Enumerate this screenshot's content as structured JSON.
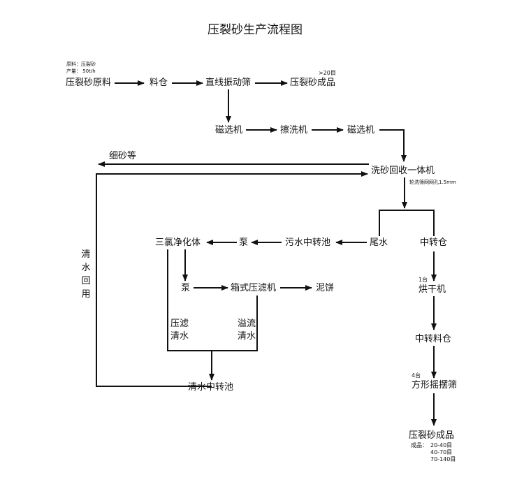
{
  "title": "压裂砂生产流程图",
  "raw_info": {
    "material": "原料：压裂砂",
    "capacity": "产量：  50t/h"
  },
  "labels": {
    "mesh_over_20": ">20目",
    "fine_sand": "细砂等",
    "wheel_screen": "轮洗筛网网孔1.5mm",
    "dryer_count": "1台",
    "screen_count": "4台",
    "water_recycle": "清水回用",
    "press_water_1": "压滤",
    "press_water_2": "清水",
    "overflow_water_1": "溢流",
    "overflow_water_2": "清水"
  },
  "nodes": {
    "raw": "压裂砂原料",
    "bin": "料仓",
    "linear_screen": "直线振动筛",
    "product_top": "压裂砂成品",
    "magnetic_1": "磁选机",
    "scrubber": "擦洗机",
    "magnetic_2": "磁选机",
    "sand_recovery": "洗砂回收一体机",
    "tailwater": "尾水",
    "transfer_bin_1": "中转仓",
    "sewage_tank": "污水中转池",
    "pump_1": "泵",
    "purifier": "三氯净化体",
    "pump_2": "泵",
    "filter_press": "箱式压滤机",
    "mud_cake": "泥饼",
    "dryer": "烘干机",
    "transfer_bin_2": "中转料仓",
    "square_screen": "方形摇摆筛",
    "clear_water_tank": "清水中转池",
    "product_bottom": "压裂砂成品"
  },
  "outputs": {
    "label": "成品：",
    "items": [
      "20-40目",
      "40-70目",
      "70-140目"
    ]
  }
}
